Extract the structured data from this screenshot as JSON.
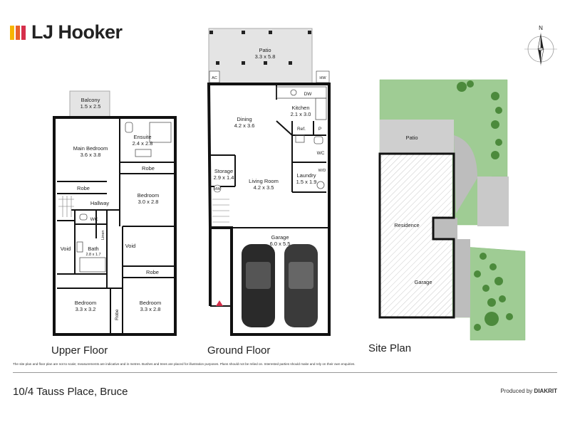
{
  "brand": {
    "name": "LJ Hooker",
    "colors": [
      "#f7b500",
      "#e8602c",
      "#d62f4b"
    ]
  },
  "compass": {
    "north_label": "N"
  },
  "upper_floor": {
    "caption": "Upper Floor",
    "rooms": {
      "balcony": {
        "name": "Balcony",
        "size": "1.5 x 2.5"
      },
      "main_bedroom": {
        "name": "Main Bedroom",
        "size": "3.6 x 3.8"
      },
      "ensuite": {
        "name": "Ensuite",
        "size": "2.4 x 2.8"
      },
      "robe_top": "Robe",
      "robe_left": "Robe",
      "bedroom_mid": {
        "name": "Bedroom",
        "size": "3.0 x 2.8"
      },
      "hallway": "Hallway",
      "wc": "WC",
      "linen": "Linen",
      "void_left": "Void",
      "bath": {
        "name": "Bath",
        "size": "2.8 x 1.7"
      },
      "void_mid": "Void",
      "robe_right": "Robe",
      "bedroom_bl": {
        "name": "Bedroom",
        "size": "3.3 x 3.2"
      },
      "robe_vertical": "Robe",
      "bedroom_br": {
        "name": "Bedroom",
        "size": "3.3 x 2.8"
      }
    }
  },
  "ground_floor": {
    "caption": "Ground Floor",
    "rooms": {
      "patio": {
        "name": "Patio",
        "size": "3.3 x 5.8"
      },
      "ac": "AC",
      "hw": "HW",
      "dw": "DW",
      "kitchen": {
        "name": "Kitchen",
        "size": "2.1 x 3.0"
      },
      "dining": {
        "name": "Dining",
        "size": "4.2 x 3.6"
      },
      "ref": "Ref.",
      "pantry": "P",
      "wc": "WC",
      "wd": "W/D",
      "laundry": {
        "name": "Laundry",
        "size": "1.5 x 1.9"
      },
      "storage": {
        "name": "Storage",
        "size": "2.9 x 1.4"
      },
      "living": {
        "name": "Living Room",
        "size": "4.2 x 3.5"
      },
      "hw_small": "HW",
      "garage": {
        "name": "Garage",
        "size": "6.0 x 5.5"
      }
    }
  },
  "site_plan": {
    "caption": "Site Plan",
    "labels": {
      "patio": "Patio",
      "residence": "Residence",
      "garage": "Garage"
    }
  },
  "disclaimer": "The site plan and floor plan are not to scale; measurements are indicative and in metres. Bushes and trees are placed for illustration purposes. Plans should not be relied on. Interested parties should make and rely on their own enquiries.",
  "address": "10/4 Tauss Place, Bruce",
  "producer": {
    "prefix": "Produced by",
    "name": "DIAKRIT"
  }
}
